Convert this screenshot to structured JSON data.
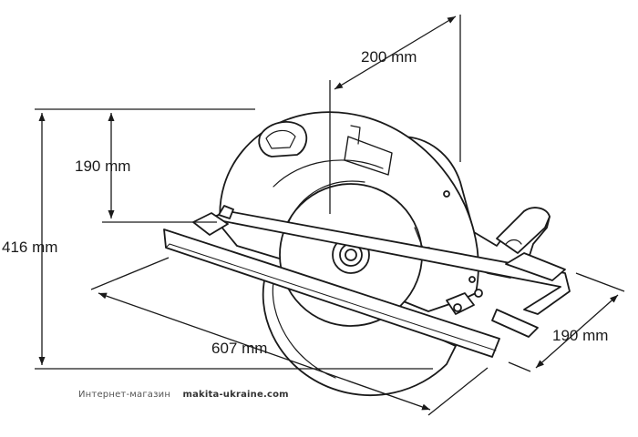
{
  "dimensions": {
    "overall_height": "416 mm",
    "cut_depth": "190 mm",
    "top_width": "200 mm",
    "length": "607 mm",
    "base_width": "190 mm"
  },
  "footer": {
    "shop_label": "Интернет-магазин",
    "site": "makita-ukraine.com"
  },
  "colors": {
    "line": "#1a1a1a",
    "text": "#1a1a1a",
    "footer_text": "#555555"
  },
  "icons": [
    "circular-saw-drawing",
    "dimension-arrow"
  ]
}
